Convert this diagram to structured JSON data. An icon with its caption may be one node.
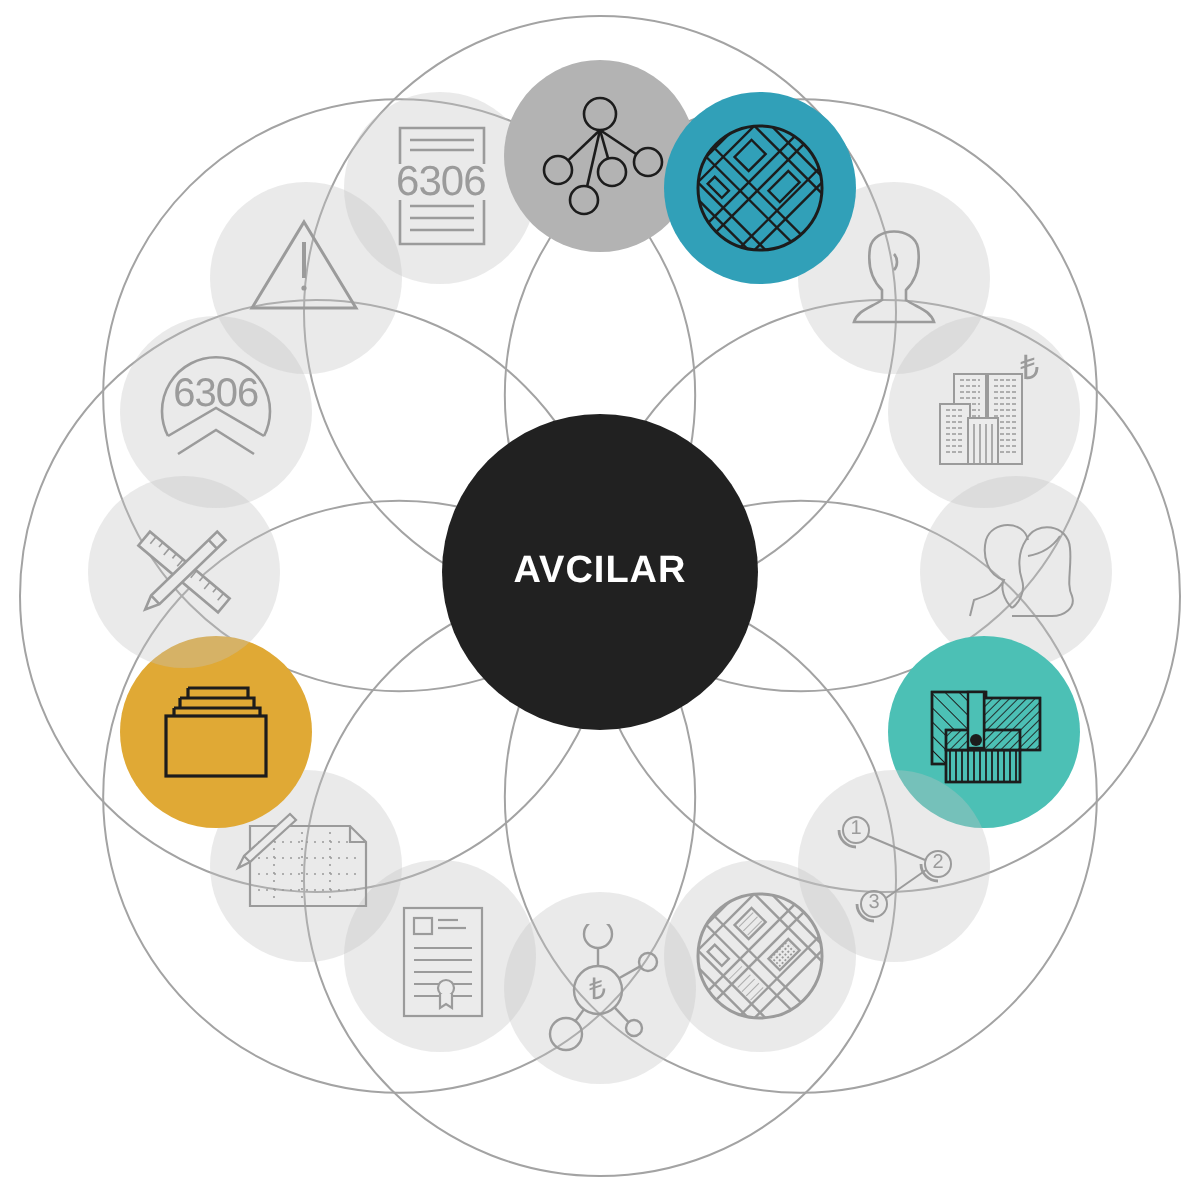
{
  "diagram": {
    "nodes": [
      {
        "text": [
          "AVCILAR"
        ]
      },
      {
        "text": [],
        "shape": "circle"
      },
      {
        "text": [],
        "shape": "circle"
      },
      {
        "text": [],
        "shape": "circle"
      },
      {
        "text": [
          "₺"
        ]
      },
      {
        "text": [],
        "shape": "circle"
      },
      {
        "text": [],
        "shape": "circle"
      },
      {
        "text": [
          "1",
          "2",
          "3"
        ]
      },
      {
        "text": [],
        "shape": "circle"
      },
      {
        "text": [
          "₺"
        ]
      },
      {
        "text": [],
        "shape": "circle"
      },
      {
        "text": [],
        "shape": "circle"
      },
      {
        "text": [],
        "shape": "circle"
      },
      {
        "text": [],
        "shape": "circle"
      },
      {
        "text": [
          "6306"
        ]
      },
      {
        "text": [],
        "shape": "circle"
      },
      {
        "text": [
          "6306"
        ]
      }
    ],
    "edges": []
  }
}
